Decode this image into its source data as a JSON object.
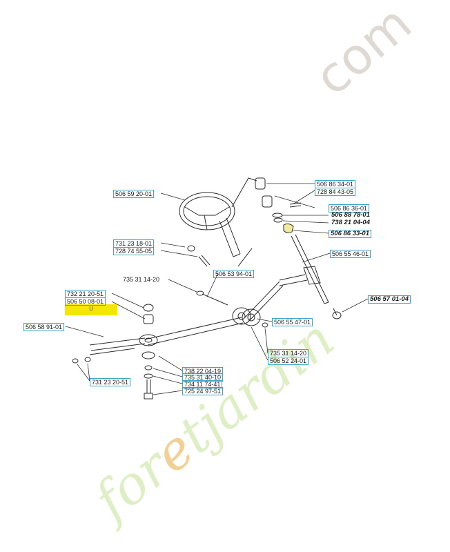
{
  "watermark": {
    "top": "com",
    "bottom_a": "for",
    "bottom_o": "e",
    "bottom_b": "tjardin"
  },
  "highlight_text": "U",
  "labels": {
    "l1": "506 59 20-01",
    "l2": "506 86 34-01",
    "l3": "728 84 43-05",
    "l4": "506 86 36-01",
    "l5": "506 88 78-01",
    "l6": "738 21 04-04",
    "l7": "506 86 33-01",
    "l8": "731 23 18-01",
    "l9": "728 74 55-05",
    "l10": "506 55 46-01",
    "l11": "735 31 14-20",
    "l12": "506 53 94-01",
    "l13": "732 21 20-51",
    "l14": "506 50 08-01",
    "l15": "506 57 01-04",
    "l16": "506 55 47-01",
    "l17": "506 58 91-01",
    "l18": "735 31 14-20",
    "l19": "506 52 24-01",
    "l20": "738 22 04-19",
    "l21": "735 31 40-10",
    "l22": "734 11 74-41",
    "l23": "725 24 97-51",
    "l24": "731 23 20-51"
  }
}
